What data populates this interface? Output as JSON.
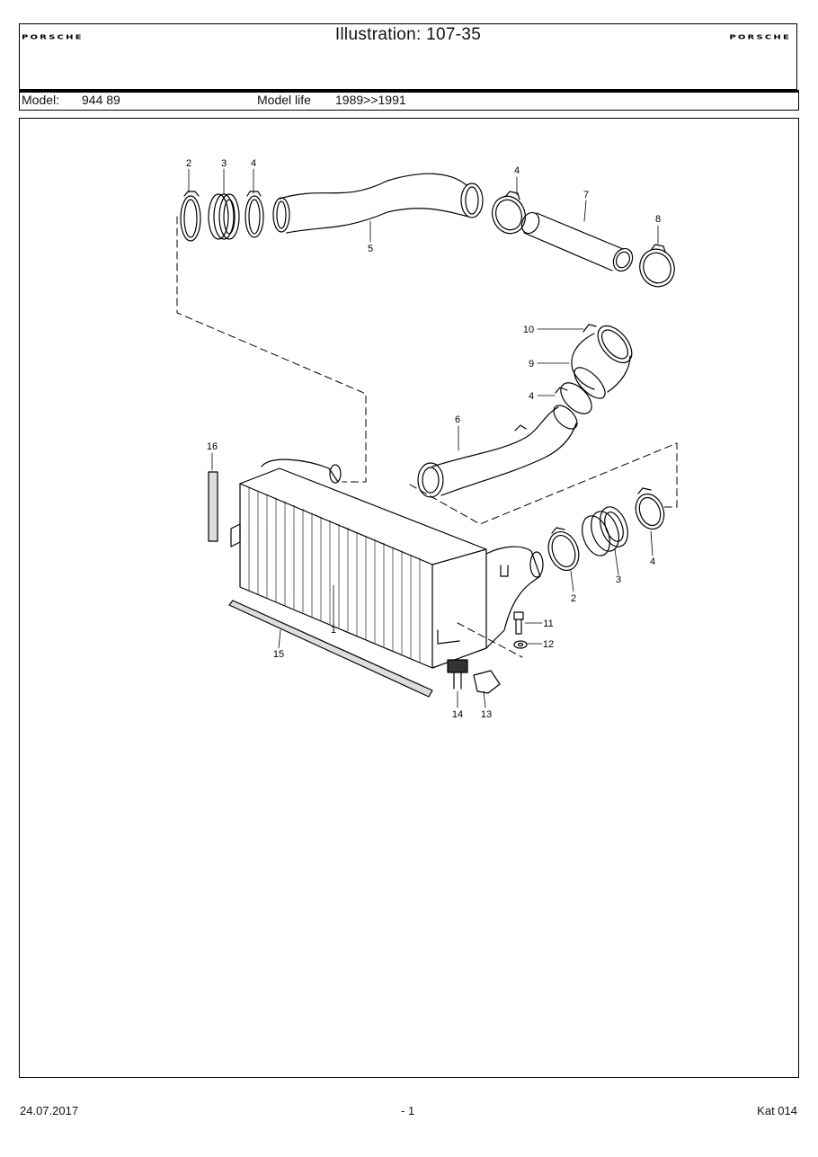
{
  "header": {
    "logo_left": "PORSCHE",
    "logo_right": "PORSCHE",
    "title": "Illustration: 107-35"
  },
  "model_bar": {
    "model_label": "Model:",
    "model_value": "944 89",
    "life_label": "Model life",
    "life_value": "1989>>1991"
  },
  "diagram": {
    "part_labels": [
      "1",
      "2",
      "3",
      "4",
      "5",
      "4",
      "7",
      "8",
      "10",
      "9",
      "4",
      "6",
      "16",
      "2",
      "3",
      "4",
      "11",
      "12",
      "15",
      "14",
      "13"
    ]
  },
  "footer": {
    "date": "24.07.2017",
    "page": "- 1",
    "catalog": "Kat 014"
  }
}
